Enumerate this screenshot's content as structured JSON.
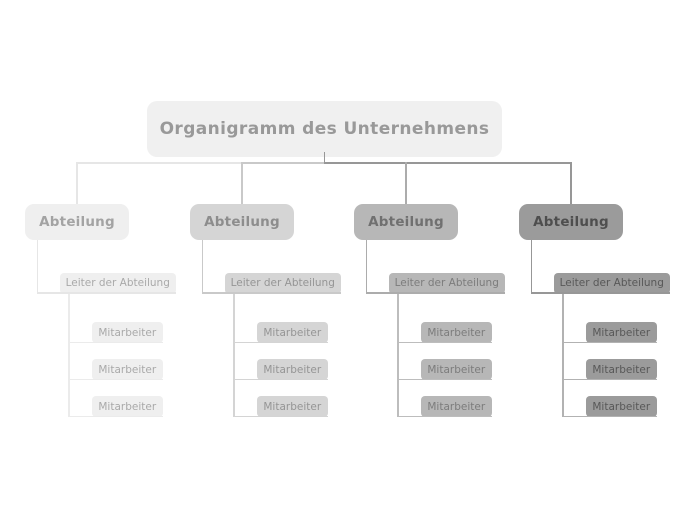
{
  "root": {
    "label": "Organigramm des Unternehmens",
    "colors": {
      "box": "#f0f0f0",
      "text": "#999999"
    }
  },
  "branches": [
    {
      "name": "Abteilung",
      "leader": "Leiter der Abteilung",
      "employees": [
        "Mitarbeiter",
        "Mitarbeiter",
        "Mitarbeiter"
      ],
      "colors": {
        "box": "#efefef",
        "line": "#e6e6e6",
        "line2": "#ebebeb",
        "title": "#a3a3a3",
        "child": "#a9a9a9"
      }
    },
    {
      "name": "Abteilung",
      "leader": "Leiter der Abteilung",
      "employees": [
        "Mitarbeiter",
        "Mitarbeiter",
        "Mitarbeiter"
      ],
      "colors": {
        "box": "#d5d5d5",
        "line": "#c9c9c9",
        "line2": "#d4d4d4",
        "title": "#8d8d8d",
        "child": "#959595"
      }
    },
    {
      "name": "Abteilung",
      "leader": "Leiter der Abteilung",
      "employees": [
        "Mitarbeiter",
        "Mitarbeiter",
        "Mitarbeiter"
      ],
      "colors": {
        "box": "#b7b7b7",
        "line": "#acacac",
        "line2": "#bdbdbd",
        "title": "#707070",
        "child": "#7c7c7c"
      }
    },
    {
      "name": "Abteilung",
      "leader": "Leiter der Abteilung",
      "employees": [
        "Mitarbeiter",
        "Mitarbeiter",
        "Mitarbeiter"
      ],
      "colors": {
        "box": "#9b9b9b",
        "line": "#979797",
        "line2": "#b2b2b2",
        "title": "#4e4e4e",
        "child": "#585858"
      }
    }
  ],
  "connectors": {
    "top_left_color": "#e6e6e6",
    "top_mid_color": "#c9c9c9",
    "top_right_color": "#979797"
  }
}
